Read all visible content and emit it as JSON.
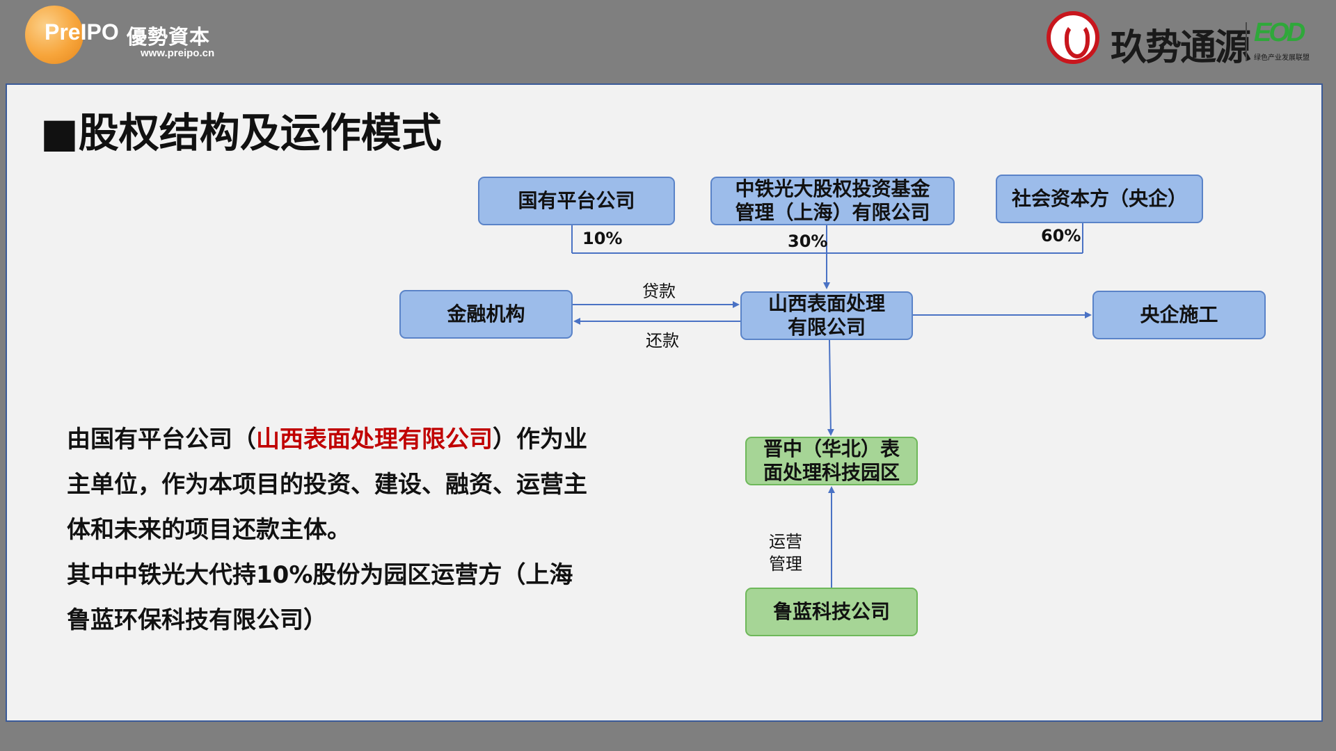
{
  "header": {
    "left_logo": {
      "mark": "PreIPO",
      "name_cn": "優勢資本",
      "url": "www.preipo.cn"
    },
    "right_logo": {
      "name_cn": "玖势通源",
      "eod_mark": "EOD",
      "eod_sub": "绿色产业发展联盟"
    }
  },
  "title": "■股权结构及运作模式",
  "diagram": {
    "boxes": {
      "state_platform": "国有平台公司",
      "fund_line1": "中铁光大股权投资基金",
      "fund_line2": "管理（上海）有限公司",
      "social_capital": "社会资本方（央企）",
      "financial_institution": "金融机构",
      "shanxi_line1": "山西表面处理",
      "shanxi_line2": "有限公司",
      "central_construction": "央企施工",
      "park_line1": "晋中（华北）表",
      "park_line2": "面处理科技园区",
      "lulan": "鲁蓝科技公司"
    },
    "labels": {
      "pct_state": "10%",
      "pct_fund": "30%",
      "pct_social": "60%",
      "loan": "贷款",
      "repay": "还款",
      "ops_line1": "运营",
      "ops_line2": "管理"
    }
  },
  "description": {
    "part1": "由国有平台公司（",
    "highlight": "山西表面处理有限公司",
    "part2": "）作为业主单位，作为本项目的投资、建设、融资、运营主体和未来的项目还款主体。",
    "line2": "其中中铁光大代持10%股份为园区运营方（上海鲁蓝环保科技有限公司）"
  },
  "colors": {
    "background": "#7f7f7f",
    "panel": "#f2f2f2",
    "box_blue": "#9cbcea",
    "box_green": "#a6d596",
    "highlight_red": "#c00000",
    "connector": "#4a72c4"
  }
}
